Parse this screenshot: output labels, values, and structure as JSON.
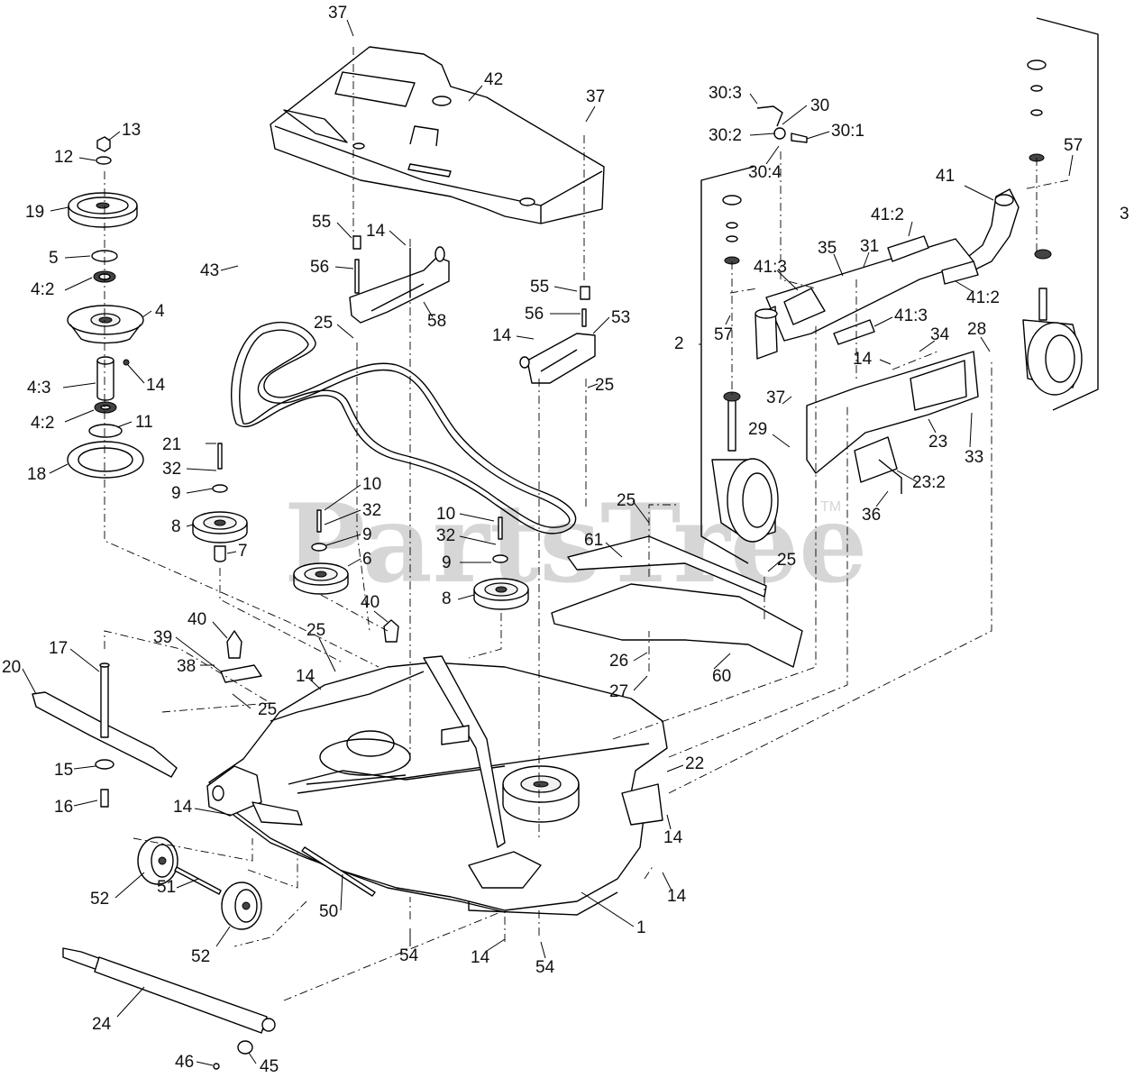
{
  "watermark": "PartsTree",
  "trademark": "TM",
  "callouts": {
    "c37a": "37",
    "c42": "42",
    "c37b": "37",
    "c13": "13",
    "c12": "12",
    "c19": "19",
    "c5": "5",
    "c4_2a": "4:2",
    "c4": "4",
    "c14a": "14",
    "c4_3": "4:3",
    "c4_2b": "4:2",
    "c11": "11",
    "c18": "18",
    "c55a": "55",
    "c14b": "14",
    "c56a": "56",
    "c58": "58",
    "c25a": "25",
    "c43": "43",
    "c55b": "55",
    "c56b": "56",
    "c53": "53",
    "c14c": "14",
    "c25b": "25",
    "c30_3": "30:3",
    "c30": "30",
    "c30_2": "30:2",
    "c30_1": "30:1",
    "c30_4": "30:4",
    "c57a": "57",
    "c41_2a": "41:2",
    "c41": "41",
    "c3": "3",
    "c35": "35",
    "c31": "31",
    "c41_3a": "41:3",
    "c41_2b": "41:2",
    "c41_3b": "41:3",
    "c2": "2",
    "c57b": "57",
    "c34": "34",
    "c28": "28",
    "c14d": "14",
    "c37c": "37",
    "c29": "29",
    "c23": "23",
    "c33": "33",
    "c23_2": "23:2",
    "c36": "36",
    "c21": "21",
    "c32a": "32",
    "c9a": "9",
    "c8a": "8",
    "c7": "7",
    "c10a": "10",
    "c32b": "32",
    "c9b": "9",
    "c6": "6",
    "c10b": "10",
    "c32c": "32",
    "c9c": "9",
    "c8b": "8",
    "c25c": "25",
    "c61": "61",
    "c25d": "25",
    "c40a": "40",
    "c40b": "40",
    "c39": "39",
    "c38": "38",
    "c25e": "25",
    "c14e": "14",
    "c25f": "25",
    "c26": "26",
    "c27": "27",
    "c60": "60",
    "c17": "17",
    "c20": "20",
    "c15": "15",
    "c16": "16",
    "c22": "22",
    "c14f": "14",
    "c14g": "14",
    "c14h": "14",
    "c52a": "52",
    "c51": "51",
    "c52b": "52",
    "c50": "50",
    "c1": "1",
    "c54a": "54",
    "c14i": "14",
    "c54b": "54",
    "c24": "24",
    "c46": "46",
    "c45": "45"
  }
}
